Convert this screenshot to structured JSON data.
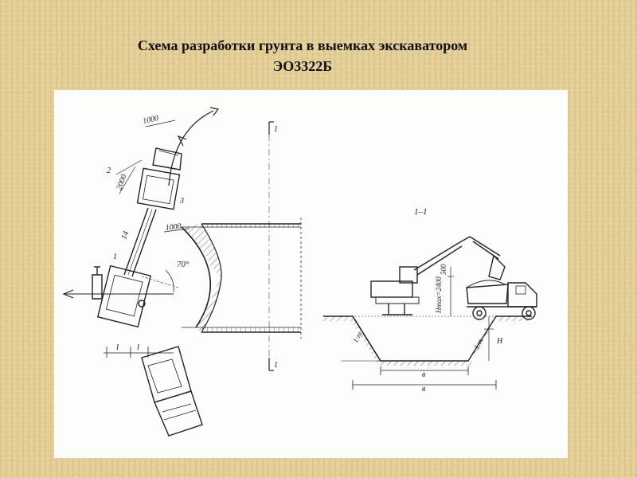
{
  "title": {
    "line1": "Схема разработки грунта в выемках экскаватором",
    "line2": "ЭО3322Б"
  },
  "plan": {
    "dim_1000_top": "1000",
    "dim_2000": "2000",
    "dim_1000_mid": "1000",
    "angle": "70°",
    "callout_1": "1",
    "callout_2": "2",
    "callout_3": "3",
    "callout_14": "14",
    "spacing_l_1": "l",
    "spacing_l_2": "l",
    "section_mark_top": "1",
    "section_mark_bottom": "1"
  },
  "section": {
    "title": "1–1",
    "dim_500": "500",
    "dim_hmax": "Hmax=2400",
    "depth_h": "H",
    "slope_left": "1:m",
    "slope_right": "1:m",
    "width_b1": "в",
    "width_b2": "в"
  }
}
